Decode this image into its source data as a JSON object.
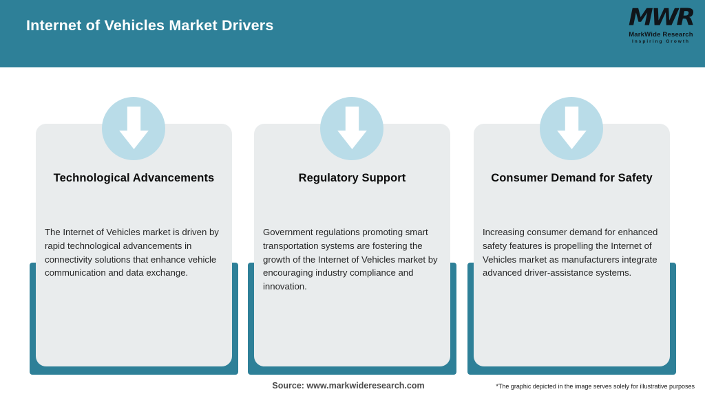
{
  "header": {
    "title": "Internet of Vehicles Market Drivers",
    "logo": {
      "monogram": "MWR",
      "company": "MarkWide Research",
      "tagline": "Inspiring Growth"
    }
  },
  "cards": [
    {
      "icon": "down-arrow-icon",
      "title": "Technological Advancements",
      "body": "The Internet of Vehicles market is driven by rapid technological advancements in connectivity solutions that enhance vehicle communication and data exchange."
    },
    {
      "icon": "down-arrow-icon",
      "title": "Regulatory Support",
      "body": "Government regulations promoting smart transportation systems are fostering the growth of the Internet of Vehicles market by encouraging industry compliance and innovation."
    },
    {
      "icon": "down-arrow-icon",
      "title": "Consumer Demand for Safety",
      "body": "Increasing consumer demand for enhanced safety features is propelling the Internet of Vehicles market as manufacturers integrate advanced driver-assistance systems."
    }
  ],
  "footer": {
    "source": "Source: www.markwideresearch.com",
    "disclaimer": "*The graphic depicted in the image serves solely for illustrative purposes"
  },
  "colors": {
    "teal": "#2E8098",
    "card_bg": "#E9ECED",
    "circle_blue": "#B9DCE8",
    "header_text": "#FFFFFF",
    "logo_ink": "#10151A"
  }
}
